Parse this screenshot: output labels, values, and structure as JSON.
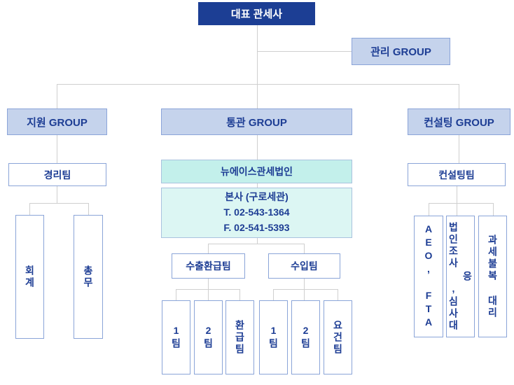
{
  "palette": {
    "root_fill": "#1c3e94",
    "root_text": "#ffffff",
    "group_fill": "#c5d3ec",
    "group_border": "#8ba4d9",
    "mint_fill": "#c3f0eb",
    "mint_light_fill": "#dcf6f3",
    "mint_border": "#a9c2de",
    "box_border": "#8aa4d8",
    "text_navy": "#1d3d94",
    "connector_line": "#cfcfcf"
  },
  "org": {
    "root_label": "대표 관세사",
    "management_label": "관리 GROUP",
    "support": {
      "group_label": "지원 GROUP",
      "team_label": "경리팀",
      "subteams": [
        "회계",
        "총무"
      ]
    },
    "customs": {
      "group_label": "통관 GROUP",
      "corporation_label": "뉴에이스관세법인",
      "headquarters": {
        "line1": "본사 (구로세관)",
        "line2": "T. 02-543-1364",
        "line3": "F. 02-541-5393"
      },
      "export_team": {
        "label": "수출환급팀",
        "subteams": [
          "1팀",
          "2팀",
          "환급팀"
        ]
      },
      "import_team": {
        "label": "수입팀",
        "subteams": [
          "1팀",
          "2팀",
          "요건팀"
        ]
      }
    },
    "consulting": {
      "group_label": "컨설팅 GROUP",
      "team_label": "컨설팅팀",
      "subteams": [
        "AEO, FTA",
        "법인조사 ,심사대응",
        "과세불복 대리"
      ]
    }
  }
}
